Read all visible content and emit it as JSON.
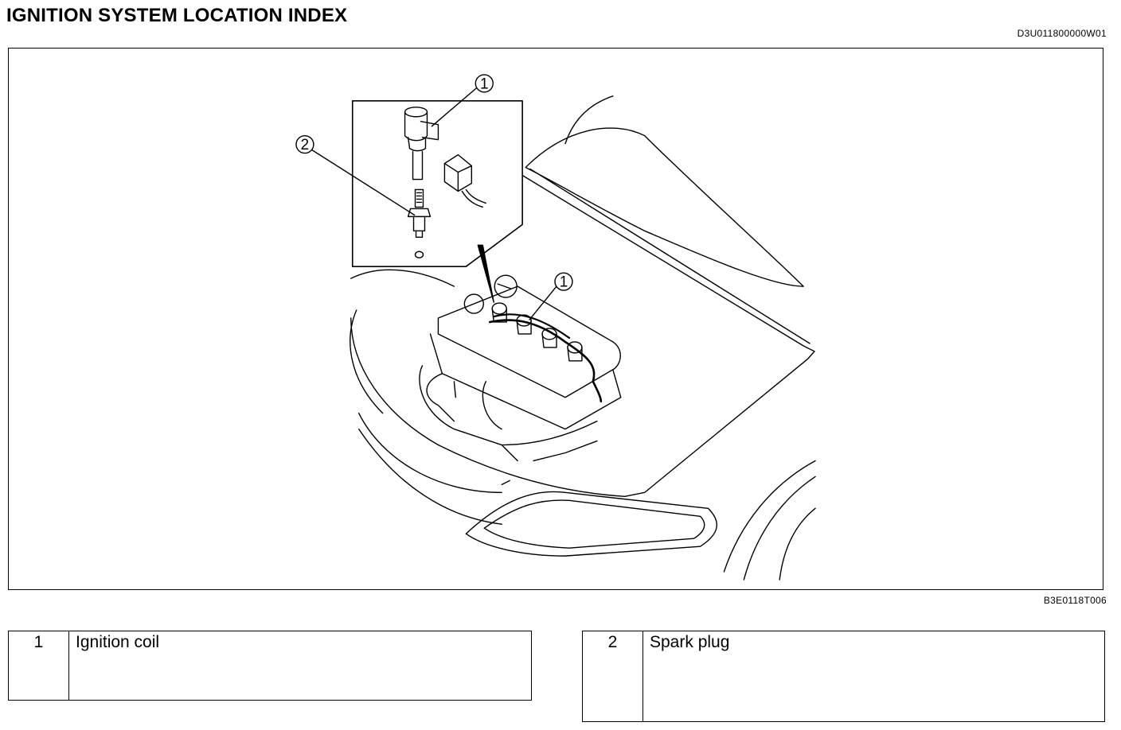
{
  "page": {
    "title": "IGNITION SYSTEM LOCATION INDEX",
    "doc_code": "D3U011800000W01",
    "figure_code": "B3E0118T006"
  },
  "callouts": {
    "coil_detail": "1",
    "plug_detail": "2",
    "coil_engine": "1"
  },
  "legend": [
    {
      "number": "1",
      "label": "Ignition coil"
    },
    {
      "number": "2",
      "label": "Spark plug"
    }
  ]
}
